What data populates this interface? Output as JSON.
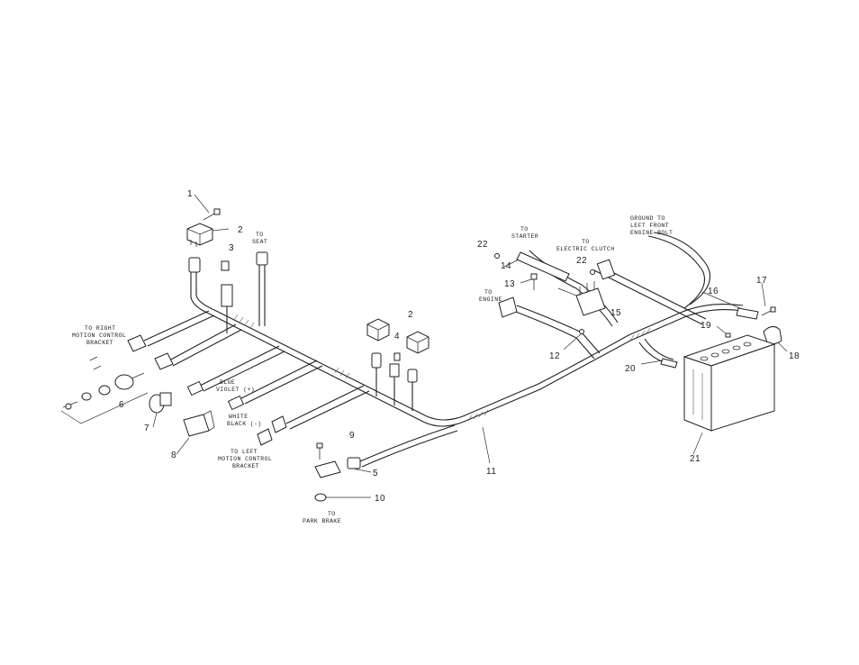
{
  "callouts": {
    "c1": "1",
    "c2a": "2",
    "c2b": "2",
    "c3": "3",
    "c4": "4",
    "c5": "5",
    "c6": "6",
    "c7": "7",
    "c8": "8",
    "c9": "9",
    "c10": "10",
    "c11": "11",
    "c12": "12",
    "c13": "13",
    "c14": "14",
    "c15": "15",
    "c16": "16",
    "c17": "17",
    "c18": "18",
    "c19": "19",
    "c20": "20",
    "c21": "21",
    "c22a": "22",
    "c22b": "22"
  },
  "labels": {
    "seat": [
      "TO",
      "SEAT"
    ],
    "right_motion": [
      "TO RIGHT",
      "MOTION CONTROL",
      "BRACKET"
    ],
    "left_motion": [
      "TO LEFT",
      "MOTION CONTROL",
      "BRACKET"
    ],
    "park_brake": [
      "TO",
      "PARK BRAKE"
    ],
    "starter": [
      "TO",
      "STARTER"
    ],
    "clutch": [
      "TO",
      "ELECTRIC CLUTCH"
    ],
    "engine": [
      "TO",
      "ENGINE"
    ],
    "ground": [
      "GROUND TO",
      "LEFT FRONT",
      "ENGINE BOLT"
    ],
    "blue": "BLUE",
    "violet": "VIOLET (+)",
    "white": "WHITE",
    "black": "BLACK (-)"
  }
}
